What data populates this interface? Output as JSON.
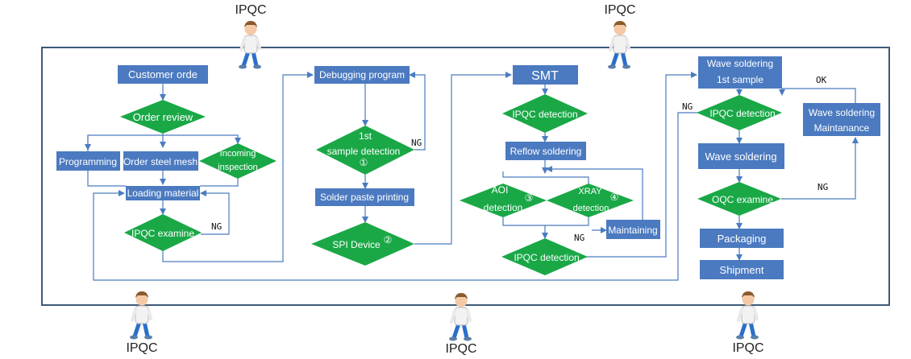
{
  "colors": {
    "process": "#4b7ac0",
    "decision": "#1aa847",
    "connector": "#4a7cbf",
    "frame": "#3d5a7a"
  },
  "inspectors": [
    "IPQC",
    "IPQC",
    "IPQC",
    "IPQC",
    "IPQC"
  ],
  "steps": {
    "customer_order": "Customer orde",
    "order_review": "Order review",
    "programming": "Programming",
    "order_steel_mesh": "Order steel mesh",
    "incoming_inspection_1": "Incoming",
    "incoming_inspection_2": "inspection",
    "loading_material": "Loading material",
    "ipqc_examine": "IPQC examine",
    "debugging_program": "Debugging program",
    "first_sample_1": "1st",
    "first_sample_2": "sample detection",
    "first_sample_num": "①",
    "solder_paste_printing": "Solder paste printing",
    "spi_device": "SPI Device",
    "spi_num": "②",
    "smt": "SMT",
    "ipqc_detection_a": "IPQC detection",
    "reflow_soldering": "Reflow soldering",
    "aoi_1": "AOI",
    "aoi_num": "③",
    "aoi_2": "detection",
    "xray_1": "XRAY",
    "xray_num": "④",
    "xray_2": "detection",
    "maintaining": "Maintaining",
    "ipqc_detection_b": "IPQC detection",
    "wave_first_1": "Wave soldering",
    "wave_first_2": "1st sample",
    "ipqc_detection_c": "IPQC detection",
    "wave_maint_1": "Wave soldering",
    "wave_maint_2": "Maintanance",
    "wave_soldering": "Wave soldering",
    "oqc_examine": "OQC examine",
    "packaging": "Packaging",
    "shipment": "Shipment"
  },
  "outcomes": {
    "ng": "NG",
    "ok": "OK"
  }
}
